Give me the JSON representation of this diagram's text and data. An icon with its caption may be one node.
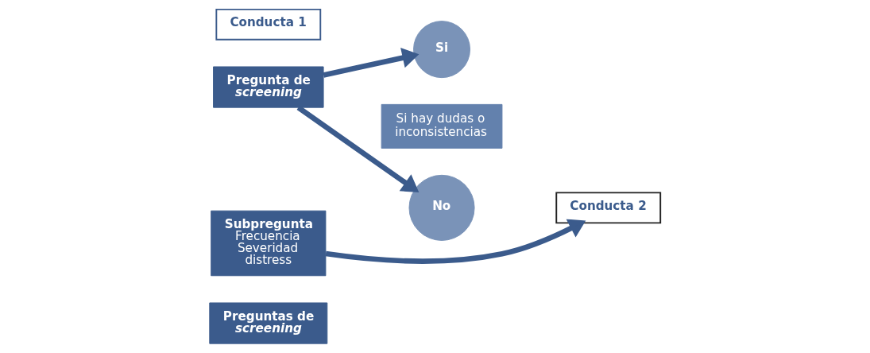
{
  "diagram": {
    "nodes": [
      {
        "text": [
          "Conducta 1"
        ]
      },
      {
        "text": [
          "Pregunta de *screening*"
        ]
      },
      {
        "text": [
          "Si"
        ]
      },
      {
        "text": [
          "Si hay dudas o inconsistencias"
        ]
      },
      {
        "text": [
          "No"
        ]
      },
      {
        "text": [
          "Conducta 2"
        ]
      },
      {
        "text": [
          "Subpregunta",
          "Frecuencia Severidad distress"
        ]
      },
      {
        "text": [
          "Preguntas de *screening*"
        ]
      }
    ],
    "edges": [
      {
        "from": 1,
        "to": 2,
        "arrow": "to"
      },
      {
        "from": 1,
        "to": 4,
        "arrow": "to"
      },
      {
        "from": 6,
        "to": 5,
        "arrow": "to"
      }
    ]
  }
}
